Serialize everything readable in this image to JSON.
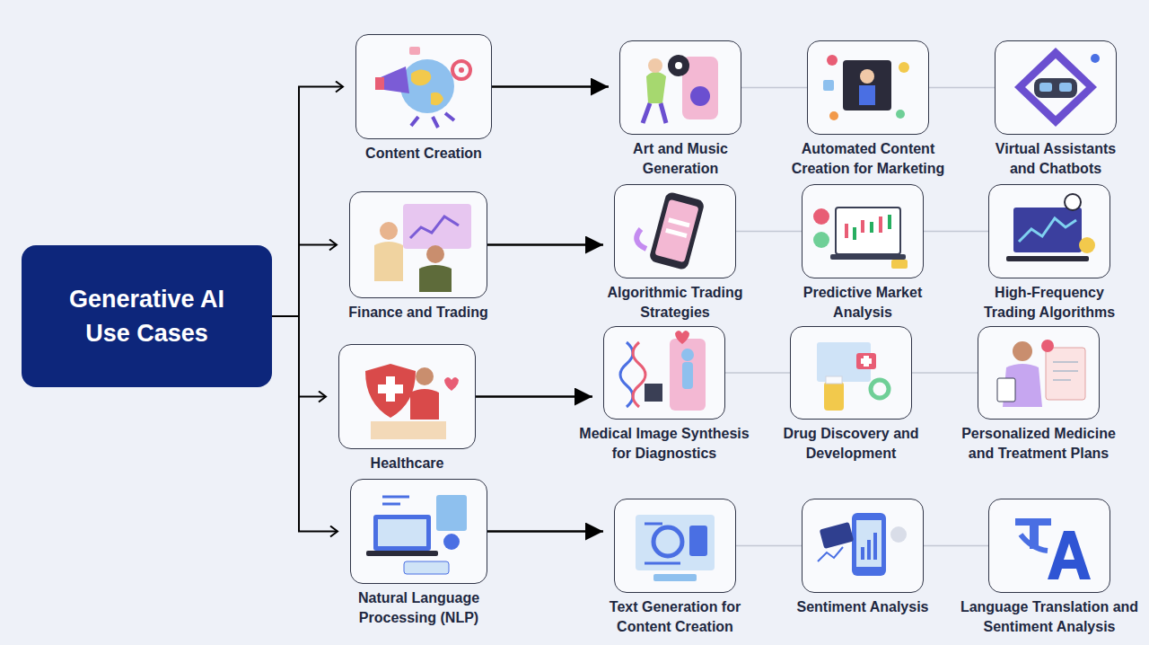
{
  "diagram": {
    "nodes": [
      {
        "text": [
          "Generative AI Use Cases"
        ]
      },
      {
        "text": [
          "Content Creation"
        ]
      },
      {
        "text": [
          "Art and Music Generation"
        ]
      },
      {
        "text": [
          "Automated Content Creation for Marketing"
        ]
      },
      {
        "text": [
          "Virtual Assistants and Chatbots"
        ]
      },
      {
        "text": [
          "Finance and Trading"
        ]
      },
      {
        "text": [
          "Algorithmic Trading Strategies"
        ]
      },
      {
        "text": [
          "Predictive Market Analysis"
        ]
      },
      {
        "text": [
          "High-Frequency Trading Algorithms"
        ]
      },
      {
        "text": [
          "Healthcare"
        ]
      },
      {
        "text": [
          "Medical Image Synthesis for Diagnostics"
        ]
      },
      {
        "text": [
          "Drug Discovery and Development"
        ]
      },
      {
        "text": [
          "Personalized Medicine and Treatment Plans"
        ]
      },
      {
        "text": [
          "Natural Language Processing (NLP)"
        ]
      },
      {
        "text": [
          "Text Generation for Content Creation"
        ]
      },
      {
        "text": [
          "Sentiment Analysis"
        ]
      },
      {
        "text": [
          "Language Translation and Sentiment Analysis"
        ]
      }
    ],
    "edges": [
      {
        "from": 0,
        "to": 1,
        "arrow": "to"
      },
      {
        "from": 0,
        "to": 5,
        "arrow": "to"
      },
      {
        "from": 0,
        "to": 9,
        "arrow": "to"
      },
      {
        "from": 0,
        "to": 13,
        "arrow": "to"
      },
      {
        "from": 1,
        "to": 2,
        "arrow": "to"
      },
      {
        "from": 2,
        "to": 3,
        "arrow": "none"
      },
      {
        "from": 3,
        "to": 4,
        "arrow": "none"
      },
      {
        "from": 5,
        "to": 6,
        "arrow": "to"
      },
      {
        "from": 6,
        "to": 7,
        "arrow": "none"
      },
      {
        "from": 7,
        "to": 8,
        "arrow": "none"
      },
      {
        "from": 9,
        "to": 10,
        "arrow": "to"
      },
      {
        "from": 10,
        "to": 11,
        "arrow": "none"
      },
      {
        "from": 11,
        "to": 12,
        "arrow": "none"
      },
      {
        "from": 13,
        "to": 14,
        "arrow": "to"
      },
      {
        "from": 14,
        "to": 15,
        "arrow": "none"
      },
      {
        "from": 15,
        "to": 16,
        "arrow": "none"
      }
    ]
  }
}
